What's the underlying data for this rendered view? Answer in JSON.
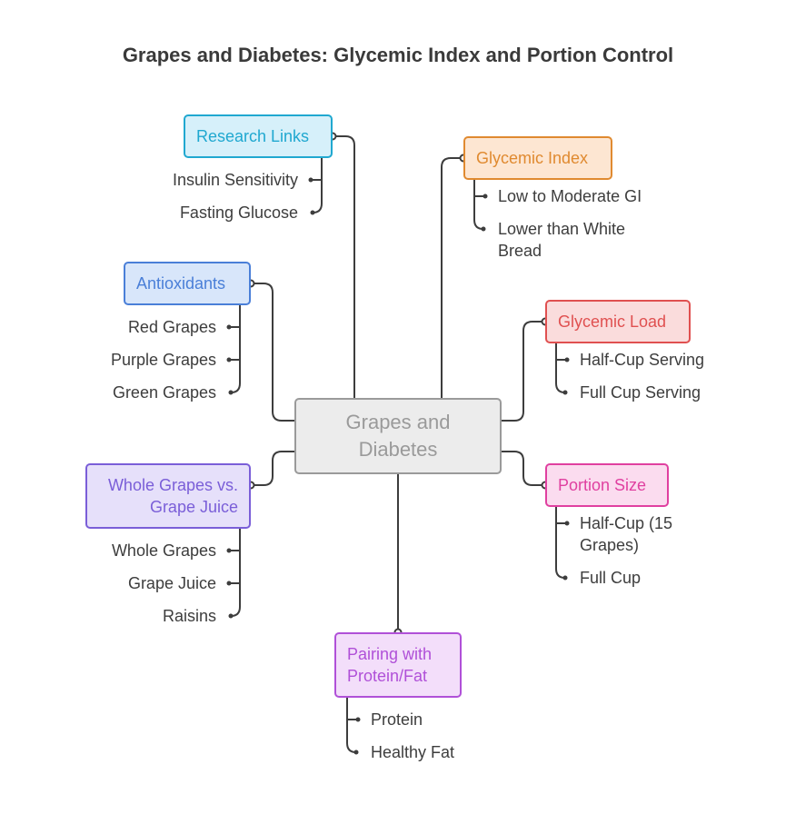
{
  "title": "Grapes and Diabetes: Glycemic Index and Portion Control",
  "center": {
    "label": "Grapes and Diabetes"
  },
  "colors": {
    "line": "#3d3d3d",
    "research": "#20a8d0",
    "glycemic_index": "#e08a30",
    "antioxidants": "#4a7fd8",
    "glycemic_load": "#e05050",
    "whole_vs_juice": "#7a5ed8",
    "portion": "#e040a0",
    "pairing": "#b050d8"
  },
  "branches": {
    "research": {
      "label": "Research Links",
      "items": [
        "Insulin Sensitivity",
        "Fasting Glucose"
      ]
    },
    "glycemic_index": {
      "label": "Glycemic Index",
      "items": [
        "Low to Moderate GI",
        "Lower than White Bread"
      ]
    },
    "antioxidants": {
      "label": "Antioxidants",
      "items": [
        "Red Grapes",
        "Purple Grapes",
        "Green Grapes"
      ]
    },
    "glycemic_load": {
      "label": "Glycemic Load",
      "items": [
        "Half-Cup Serving",
        "Full Cup Serving"
      ]
    },
    "whole_vs_juice": {
      "label": "Whole Grapes vs. Grape Juice",
      "items": [
        "Whole Grapes",
        "Grape Juice",
        "Raisins"
      ]
    },
    "portion": {
      "label": "Portion Size",
      "items": [
        "Half-Cup (15 Grapes)",
        "Full Cup"
      ]
    },
    "pairing": {
      "label": "Pairing with Protein/Fat",
      "items": [
        "Protein",
        "Healthy Fat"
      ]
    }
  }
}
